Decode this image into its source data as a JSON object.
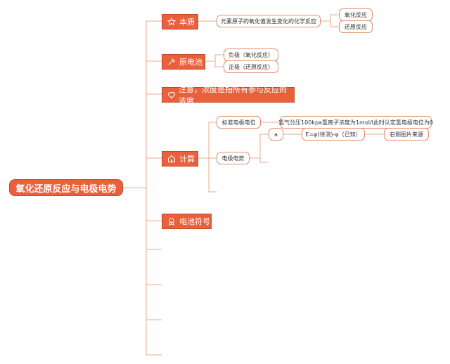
{
  "root": {
    "label": "氧化还原反应与电极电势"
  },
  "branches": {
    "essence": {
      "label": "本质",
      "icon": "star-icon"
    },
    "cell": {
      "label": "原电池",
      "icon": "hammer-sickle-icon"
    },
    "note": {
      "label": "注意，浓度是指所有参与反应的浓度",
      "icon": "heart-icon"
    },
    "calc": {
      "label": "计算",
      "icon": "house-icon"
    },
    "symbol": {
      "label": "电池符号",
      "icon": "medal-icon"
    }
  },
  "essence": {
    "desc": "元素原子的氧化值发生变化的化学反应",
    "oxidation": "氧化反应",
    "reduction": "还原反应"
  },
  "cell": {
    "negative": "负极（氧化反应）",
    "positive": "正极（还原反应）"
  },
  "calc": {
    "standard": "标准电极电位",
    "standard_note": "氢气分压100kpa氢离子浓度为1mol/l此时认定氢电极电位为0",
    "electrode": "电极电势",
    "a": "a",
    "formula": "E=φ(待测)-φ（已知）",
    "source": "右侧图片来源"
  },
  "colors": {
    "accent": "#e8603c",
    "line": "#e9a88c",
    "leaf_border": "#e0906f"
  }
}
